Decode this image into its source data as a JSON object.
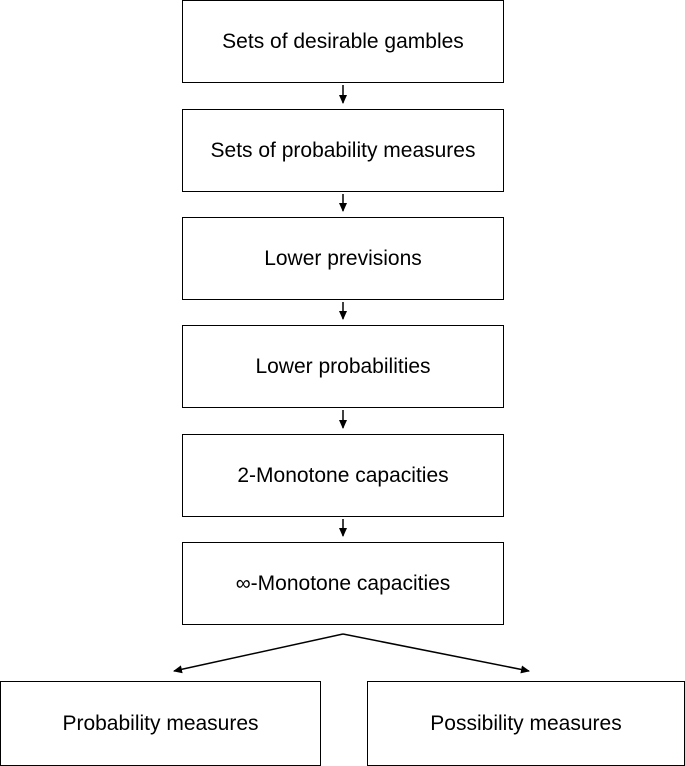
{
  "diagram": {
    "nodes": [
      {
        "id": "sets-of-desirable-gambles",
        "label": "Sets of desirable gambles"
      },
      {
        "id": "sets-of-probability-measures",
        "label": "Sets of probability measures"
      },
      {
        "id": "lower-previsions",
        "label": "Lower previsions"
      },
      {
        "id": "lower-probabilities",
        "label": "Lower probabilities"
      },
      {
        "id": "2-monotone-capacities",
        "label": "2-Monotone capacities"
      },
      {
        "id": "infinity-monotone-capacities",
        "label": "∞-Monotone capacities"
      },
      {
        "id": "probability-measures",
        "label": "Probability measures"
      },
      {
        "id": "possibility-measures",
        "label": "Possibility measures"
      }
    ],
    "edges": [
      {
        "from": "sets-of-desirable-gambles",
        "to": "sets-of-probability-measures"
      },
      {
        "from": "sets-of-probability-measures",
        "to": "lower-previsions"
      },
      {
        "from": "lower-previsions",
        "to": "lower-probabilities"
      },
      {
        "from": "lower-probabilities",
        "to": "2-monotone-capacities"
      },
      {
        "from": "2-monotone-capacities",
        "to": "infinity-monotone-capacities"
      },
      {
        "from": "infinity-monotone-capacities",
        "to": "probability-measures"
      },
      {
        "from": "infinity-monotone-capacities",
        "to": "possibility-measures"
      }
    ],
    "line_color": "#000000"
  }
}
